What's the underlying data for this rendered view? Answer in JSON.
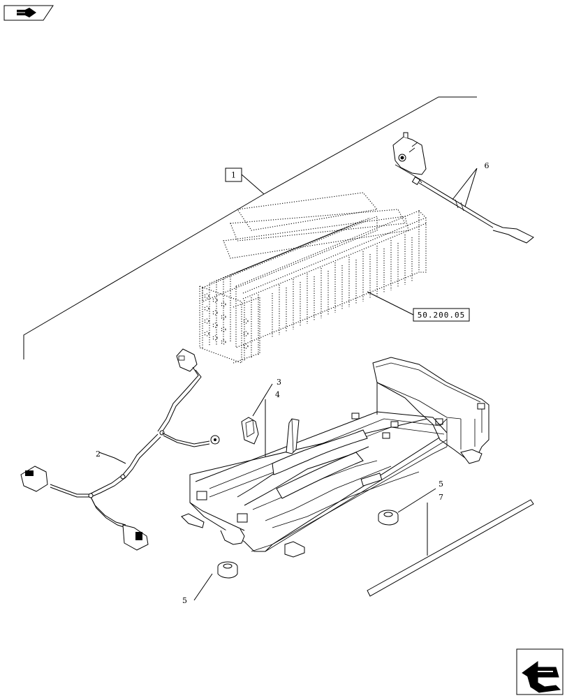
{
  "diagram": {
    "labels": {
      "item1": "1",
      "item2": "2",
      "item3": "3",
      "item4": "4",
      "item5a": "5",
      "item5b": "5",
      "item6": "6",
      "item7": "7",
      "ref_code": "50.200.05"
    },
    "icons": {
      "top_left": "book-arrow-icon",
      "bottom_right": "next-page-arrow-icon"
    }
  }
}
